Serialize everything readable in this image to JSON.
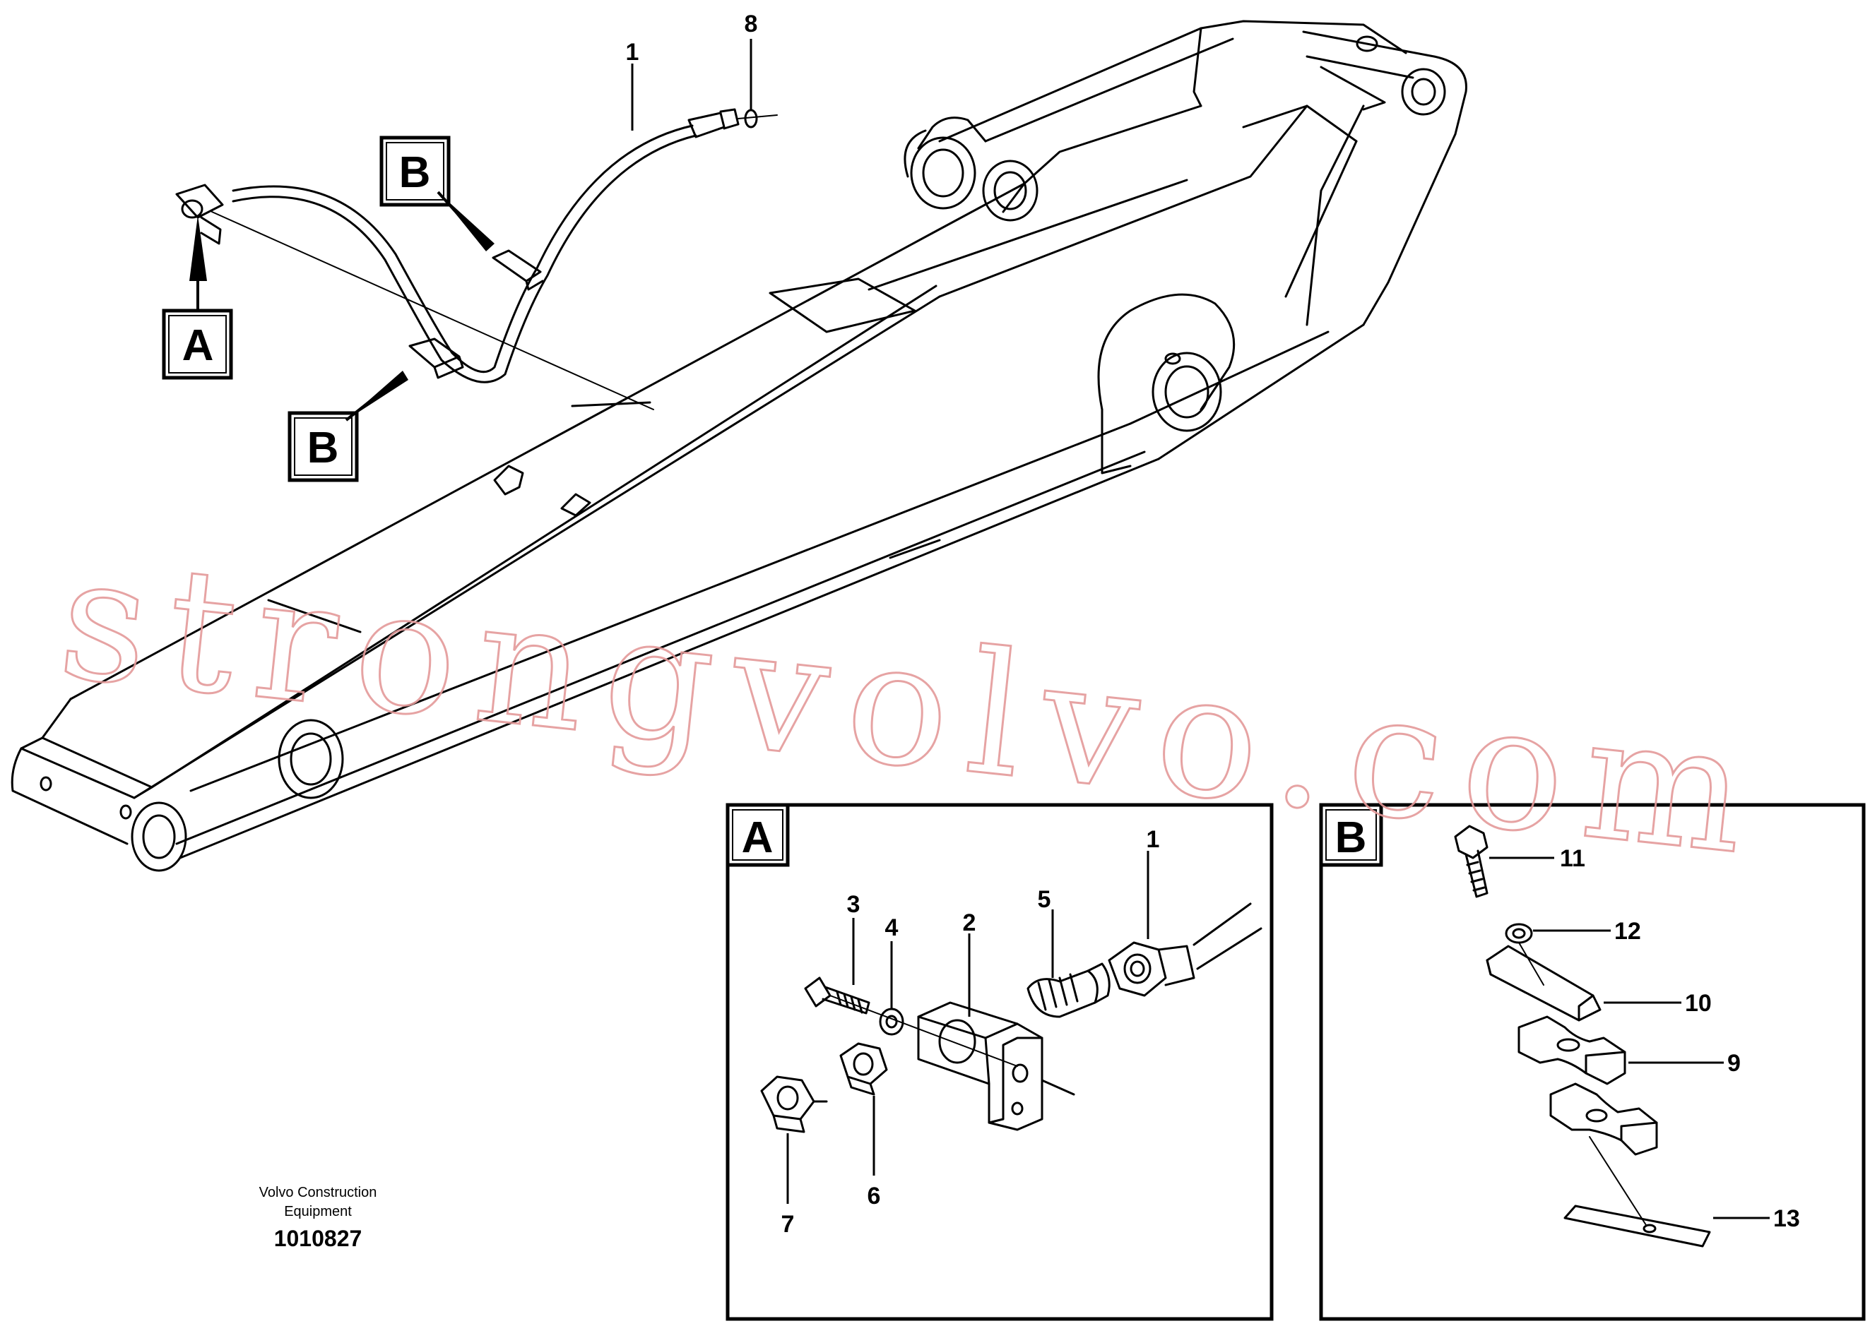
{
  "callouts": {
    "n1": "1",
    "n2": "2",
    "n3": "3",
    "n4": "4",
    "n5": "5",
    "n6": "6",
    "n7": "7",
    "n8": "8",
    "n9": "9",
    "n10": "10",
    "n11": "11",
    "n12": "12",
    "n13": "13"
  },
  "detail_letters": {
    "a": "A",
    "b": "B"
  },
  "footer": {
    "company_line1": "Volvo Construction",
    "company_line2": "Equipment",
    "drawing_number": "1010827"
  },
  "watermark": "strongvolvo.com"
}
